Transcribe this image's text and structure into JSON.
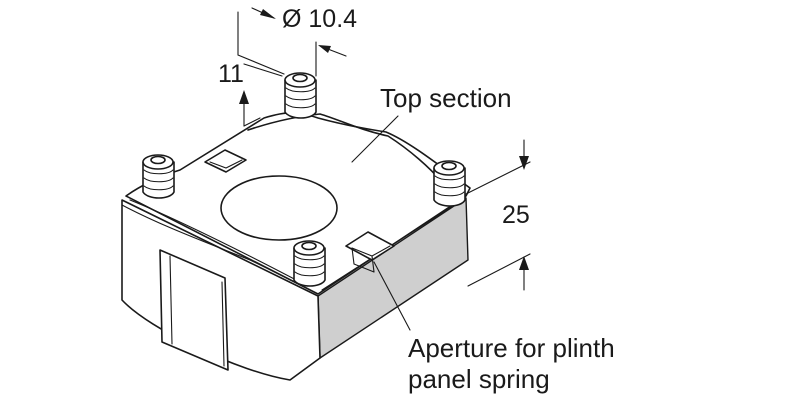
{
  "dimensions": {
    "diameter": "Ø 10.4",
    "height_pin": "11",
    "height_body": "25"
  },
  "callouts": {
    "top_section": "Top section",
    "aperture_line1": "Aperture for plinth",
    "aperture_line2": "panel spring"
  },
  "colors": {
    "line": "#1a1a1a",
    "shade": "#cfcfcf",
    "background": "#ffffff"
  }
}
